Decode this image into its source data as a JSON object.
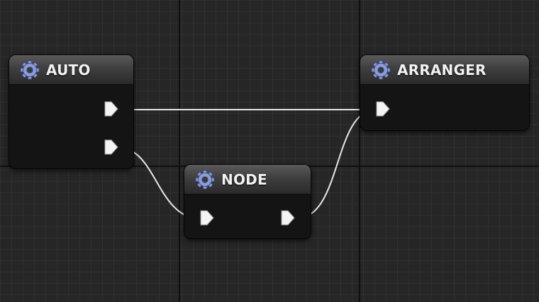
{
  "nodes": {
    "auto": {
      "title": "AUTO",
      "icon": "gear-icon"
    },
    "node": {
      "title": "NODE",
      "icon": "gear-icon"
    },
    "arranger": {
      "title": "ARRANGER",
      "icon": "gear-icon"
    }
  },
  "colors": {
    "background": "#262626",
    "grid_minor": "#303030",
    "grid_major": "#0f0f0f",
    "node_body": "#141414",
    "header_top": "#5a5a5a",
    "header_bottom": "#2a2a2a",
    "wire": "#e8e8e8",
    "pin": "#f4f4f4",
    "gear_icon": "#8a9cd8"
  }
}
